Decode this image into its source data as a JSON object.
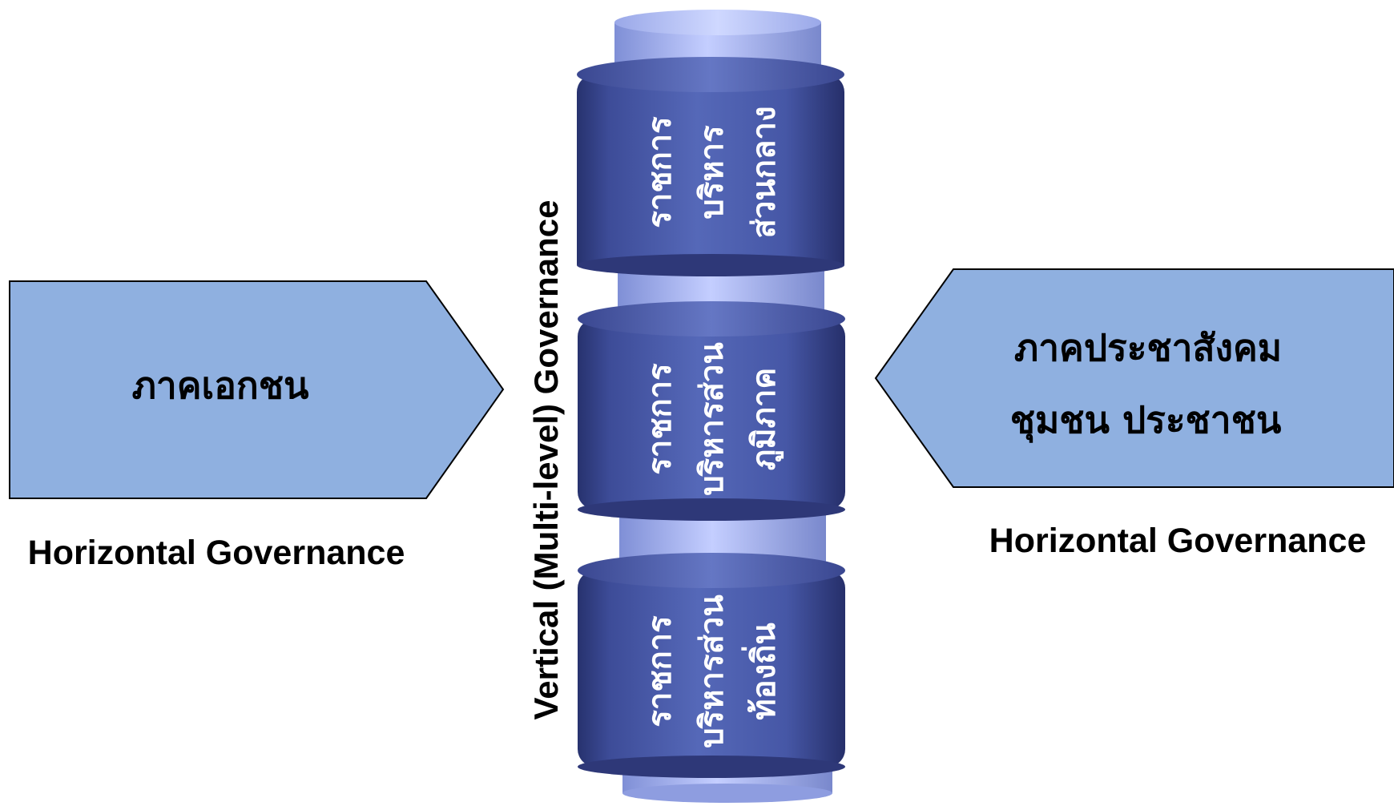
{
  "left_box": {
    "label": "ภาคเอกชน",
    "caption": "Horizontal Governance"
  },
  "right_box": {
    "label_line1": "ภาคประชาสังคม",
    "label_line2": "ชุมชน ประชาชน",
    "caption": "Horizontal Governance"
  },
  "vertical_caption": "Vertical (Multi-level) Governance",
  "tiers": [
    {
      "lines": [
        "ราชการ",
        "บริหาร",
        "ส่วนกลาง"
      ]
    },
    {
      "lines": [
        "ราชการ",
        "บริหารส่วน",
        "ภูมิภาค"
      ]
    },
    {
      "lines": [
        "ราชการ",
        "บริหารส่วน",
        "ท้องถิ่น"
      ]
    }
  ],
  "colors": {
    "box_fill": "#8fb0e0",
    "box_stroke": "#000000",
    "cylinder_dark": "#3f4f9e",
    "cylinder_light": "#aab8ee",
    "text": "#000000",
    "tier_text": "#ffffff"
  }
}
